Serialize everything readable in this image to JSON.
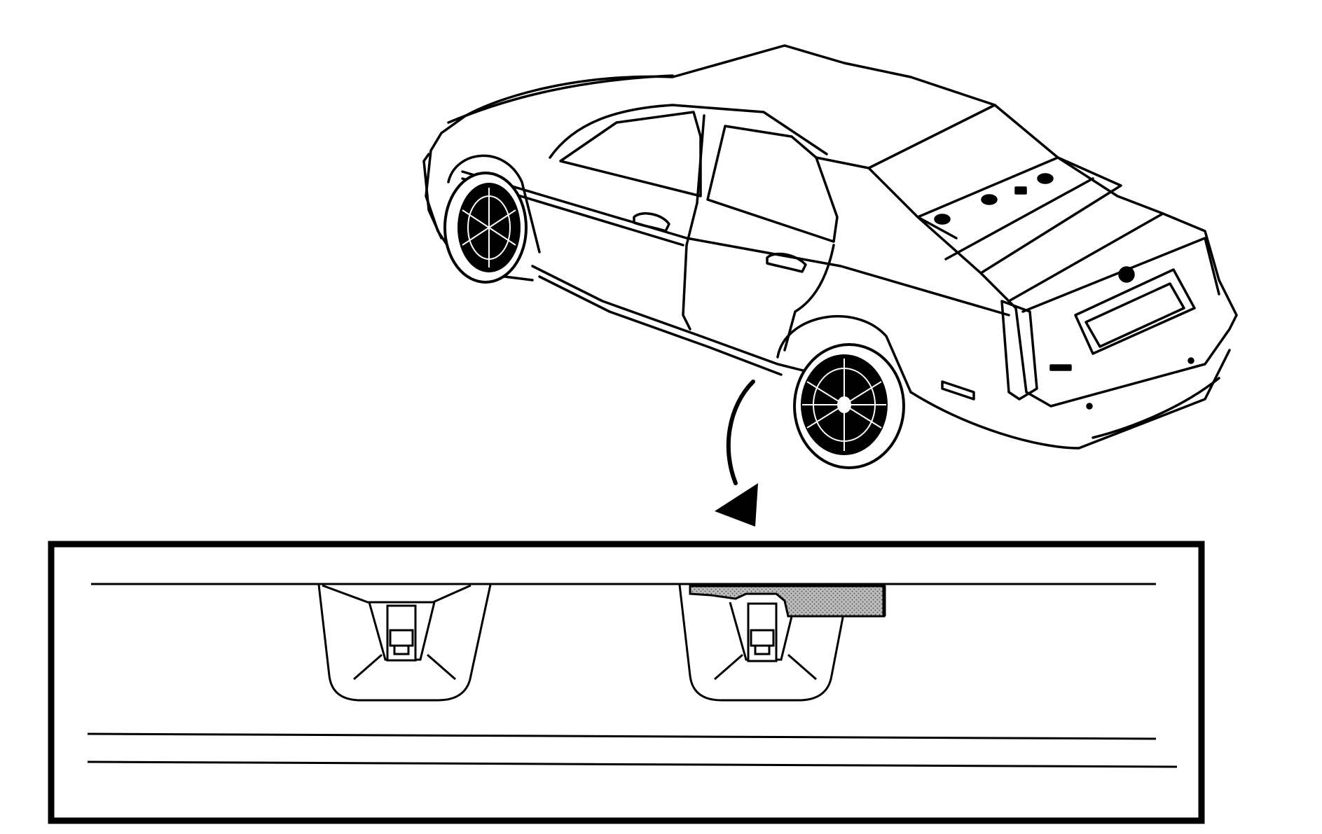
{
  "diagram": {
    "subject": "sedan-rear-three-quarter-view",
    "detail_inset": "rocker-panel-clip-detail",
    "pointer": "curved-arrow-to-detail",
    "colors": {
      "stroke": "#000000",
      "background": "#ffffff",
      "hatch": "#9a9a9a"
    }
  }
}
